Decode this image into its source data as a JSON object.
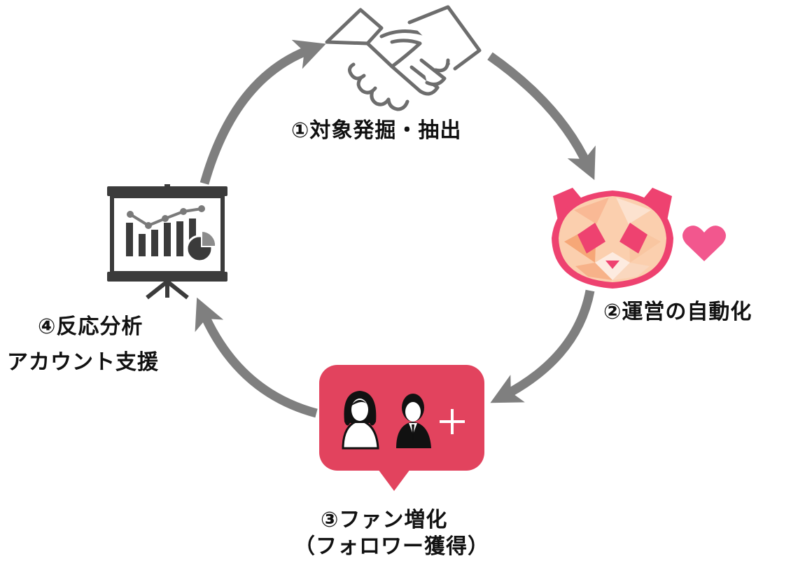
{
  "colors": {
    "arrow": "#7f7f7f",
    "bubble": "#e2435e",
    "panda_pink": "#ee4270",
    "heart": "#f2578e",
    "text": "#111111"
  },
  "icons": {
    "step1": "handshake-icon",
    "step2": "panda-face-icon",
    "step3": "add-follower-icon",
    "step4": "presentation-board-icon"
  },
  "steps": {
    "step1": {
      "label": "①対象発掘・抽出"
    },
    "step2": {
      "label": "②運営の自動化"
    },
    "step3": {
      "line1": "③ファン増化",
      "line2": "（フォロワー獲得）"
    },
    "step4": {
      "line1": "④反応分析",
      "line2": "アカウント支援"
    }
  }
}
